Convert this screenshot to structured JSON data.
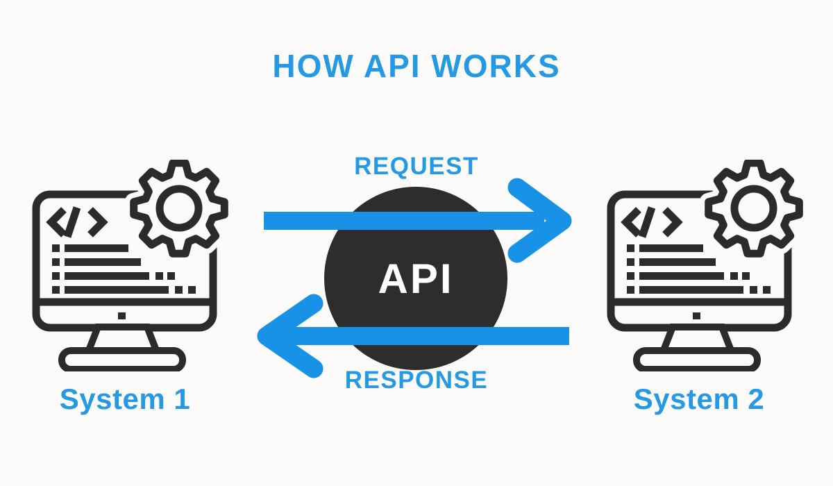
{
  "title": "HOW API WORKS",
  "colors": {
    "background": "#FCFBF9",
    "dark": "#2D2B2A",
    "circle_fill": "#2E2D2D",
    "api_text": "#FFFFFF",
    "text_blue": "#2499E4",
    "arrow_blue": "#1792E6"
  },
  "diagram": {
    "api_label": "API",
    "request": {
      "label": "REQUEST",
      "direction": "right"
    },
    "response": {
      "label": "RESPONSE",
      "direction": "left"
    },
    "system1": {
      "label": "System 1",
      "icon": "computer-code-gear-icon"
    },
    "system2": {
      "label": "System 2",
      "icon": "computer-code-gear-icon"
    }
  }
}
